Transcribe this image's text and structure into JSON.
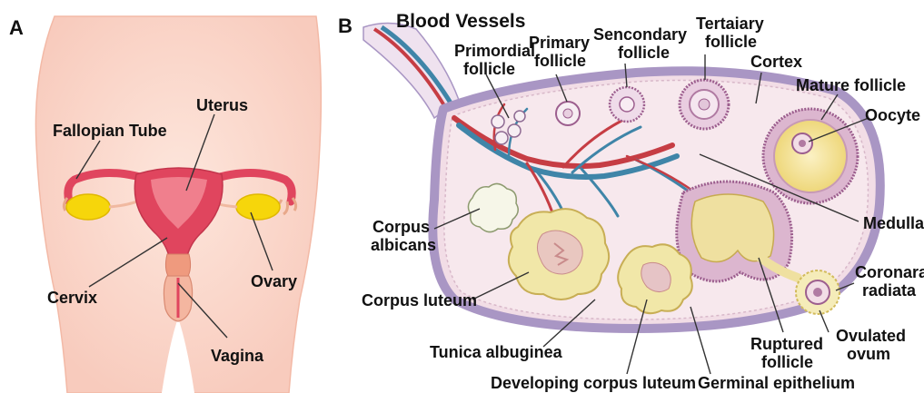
{
  "panel_a": {
    "letter": "A",
    "labels": {
      "uterus": "Uterus",
      "fallopian_tube": "Fallopian Tube",
      "cervix": "Cervix",
      "ovary": "Ovary",
      "vagina": "Vagina"
    }
  },
  "panel_b": {
    "letter": "B",
    "labels": {
      "blood_vessels": "Blood Vessels",
      "primordial_1": "Primordial",
      "primordial_2": "follicle",
      "primary_1": "Primary",
      "primary_2": "follicle",
      "secondary_1": "Sencondary",
      "secondary_2": "follicle",
      "tertiary_1": "Tertaiary",
      "tertiary_2": "follicle",
      "cortex": "Cortex",
      "mature": "Mature follicle",
      "oocyte": "Oocyte",
      "medulla": "Medulla",
      "corpus_albicans_1": "Corpus",
      "corpus_albicans_2": "albicans",
      "corpus_luteum": "Corpus luteum",
      "coronara_1": "Coronara",
      "coronara_2": "radiata",
      "ruptured_1": "Ruptured",
      "ruptured_2": "follicle",
      "ovulated_1": "Ovulated",
      "ovulated_2": "ovum",
      "tunica": "Tunica albuginea",
      "developing": "Developing corpus luteum",
      "germinal": "Germinal epithelium"
    }
  },
  "colors": {
    "skin": "#fbd9cd",
    "uterus": "#e0455e",
    "ovary_yellow": "#f6d60b",
    "ovary_tissue": "#f2dde6",
    "ovary_outline": "#a996c4",
    "artery": "#c63d44",
    "vein": "#3f85a8",
    "luteum": "#f1e7a8",
    "follicle_ring": "#9c5e8e"
  }
}
